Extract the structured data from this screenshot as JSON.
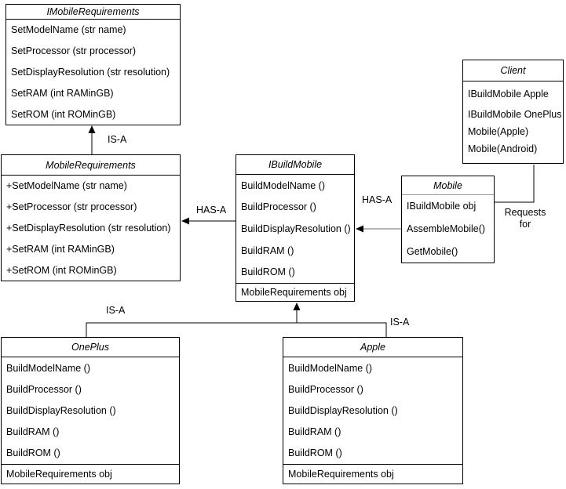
{
  "diagram": {
    "labels": {
      "is_a": "IS-A",
      "has_a": "HAS-A",
      "requests_for_line1": "Requests",
      "requests_for_line2": "for"
    },
    "colors": {
      "background": "#ffffff",
      "line": "#000000",
      "soft_line": "#8a8a8a",
      "mobile_divider": "#999999"
    }
  },
  "classes": {
    "imobile_requirements": {
      "name": "IMobileRequirements",
      "members": [
        "SetModelName (str name)",
        "SetProcessor (str processor)",
        "SetDisplayResolution (str resolution)",
        "SetRAM (int RAMinGB)",
        "SetROM (int ROMinGB)"
      ]
    },
    "mobile_requirements": {
      "name": "MobileRequirements",
      "members": [
        "+SetModelName (str name)",
        "+SetProcessor (str processor)",
        "+SetDisplayResolution (str resolution)",
        "+SetRAM (int RAMinGB)",
        "+SetROM (int ROMinGB)"
      ]
    },
    "ibuild_mobile": {
      "name": "IBuildMobile",
      "members": [
        "BuildModelName ()",
        "BuildProcessor ()",
        "BuildDisplayResolution ()",
        "BuildRAM ()",
        "BuildROM ()"
      ],
      "field": "MobileRequirements obj"
    },
    "mobile": {
      "name": "Mobile",
      "members": [
        "IBuildMobile obj",
        "AssembleMobile()",
        "GetMobile()"
      ]
    },
    "client": {
      "name": "Client",
      "members": [
        "IBuildMobile Apple",
        "IBuildMobile OnePlus",
        "Mobile(Apple)",
        "Mobile(Android)"
      ]
    },
    "oneplus": {
      "name": "OnePlus",
      "members": [
        "BuildModelName ()",
        "BuildProcessor ()",
        "BuildDisplayResolution ()",
        "BuildRAM ()",
        "BuildROM ()"
      ],
      "field": "MobileRequirements obj"
    },
    "apple": {
      "name": "Apple",
      "members": [
        "BuildModelName ()",
        "BuildProcessor ()",
        "BuildDisplayResolution ()",
        "BuildRAM ()",
        "BuildROM ()"
      ],
      "field": "MobileRequirements obj"
    }
  }
}
